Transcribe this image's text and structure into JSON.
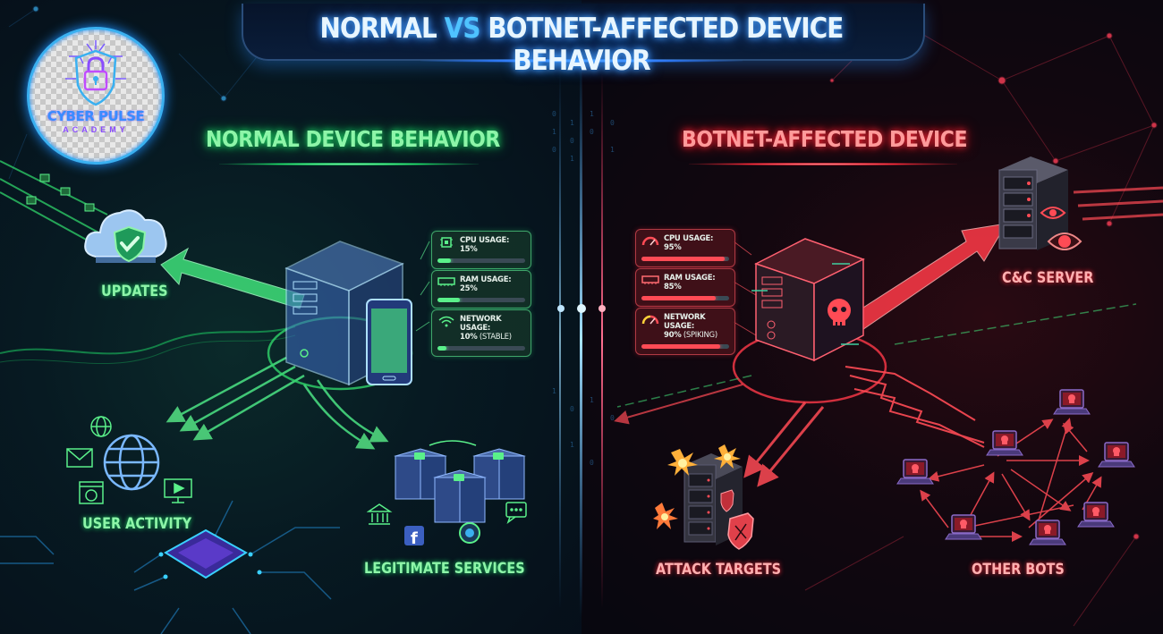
{
  "title": {
    "part1": "NORMAL ",
    "vs": "VS",
    "part2": " BOTNET-AFFECTED DEVICE BEHAVIOR"
  },
  "logo": {
    "name": "CYBER PULSE",
    "subtitle": "ACADEMY",
    "icon": "shield-lock-circuit-icon"
  },
  "colors": {
    "normal_accent": "#5af08a",
    "botnet_accent": "#ff4b55",
    "title_accent": "#4fc3ff",
    "background": "#050d18"
  },
  "normal": {
    "heading": "NORMAL DEVICE BEHAVIOR",
    "device_icons": [
      "desktop-tower-icon",
      "smartphone-icon"
    ],
    "stats": [
      {
        "label": "CPU USAGE: 15%",
        "sub": "",
        "value": 15,
        "icon": "cpu-chip-icon"
      },
      {
        "label": "RAM USAGE: 25%",
        "sub": "",
        "value": 25,
        "icon": "ram-module-icon"
      },
      {
        "label": "NETWORK USAGE:",
        "sub_bold": "10%",
        "sub": " (STABLE)",
        "value": 10,
        "icon": "wifi-icon"
      }
    ],
    "nodes": [
      {
        "label": "UPDATES",
        "icon": "cloud-shield-check-icon"
      },
      {
        "label": "USER ACTIVITY",
        "icons": [
          "globe-icon",
          "email-icon",
          "browser-icon",
          "video-player-icon"
        ]
      },
      {
        "label": "LEGITIMATE SERVICES",
        "icons": [
          "locked-server-icon",
          "bank-icon",
          "facebook-icon",
          "chat-icon",
          "cloud-service-icon"
        ]
      }
    ]
  },
  "botnet": {
    "heading": "BOTNET-AFFECTED DEVICE",
    "device_icon": "infected-tower-skull-icon",
    "stats": [
      {
        "label": "CPU USAGE: 95%",
        "sub": "",
        "value": 95,
        "icon": "gauge-icon"
      },
      {
        "label": "RAM USAGE: 85%",
        "sub": "",
        "value": 85,
        "icon": "ram-module-icon"
      },
      {
        "label": "NETWORK USAGE:",
        "sub_bold": "90%",
        "sub": " (SPIKING)",
        "value": 90,
        "icon": "gauge-icon"
      }
    ],
    "nodes": [
      {
        "label": "C&C SERVER",
        "icon": "server-eye-icon"
      },
      {
        "label": "ATTACK TARGETS",
        "icon": "server-explosion-shield-icon"
      },
      {
        "label": "OTHER BOTS",
        "icon": "infected-laptop-network-icon",
        "count": 7
      }
    ]
  }
}
